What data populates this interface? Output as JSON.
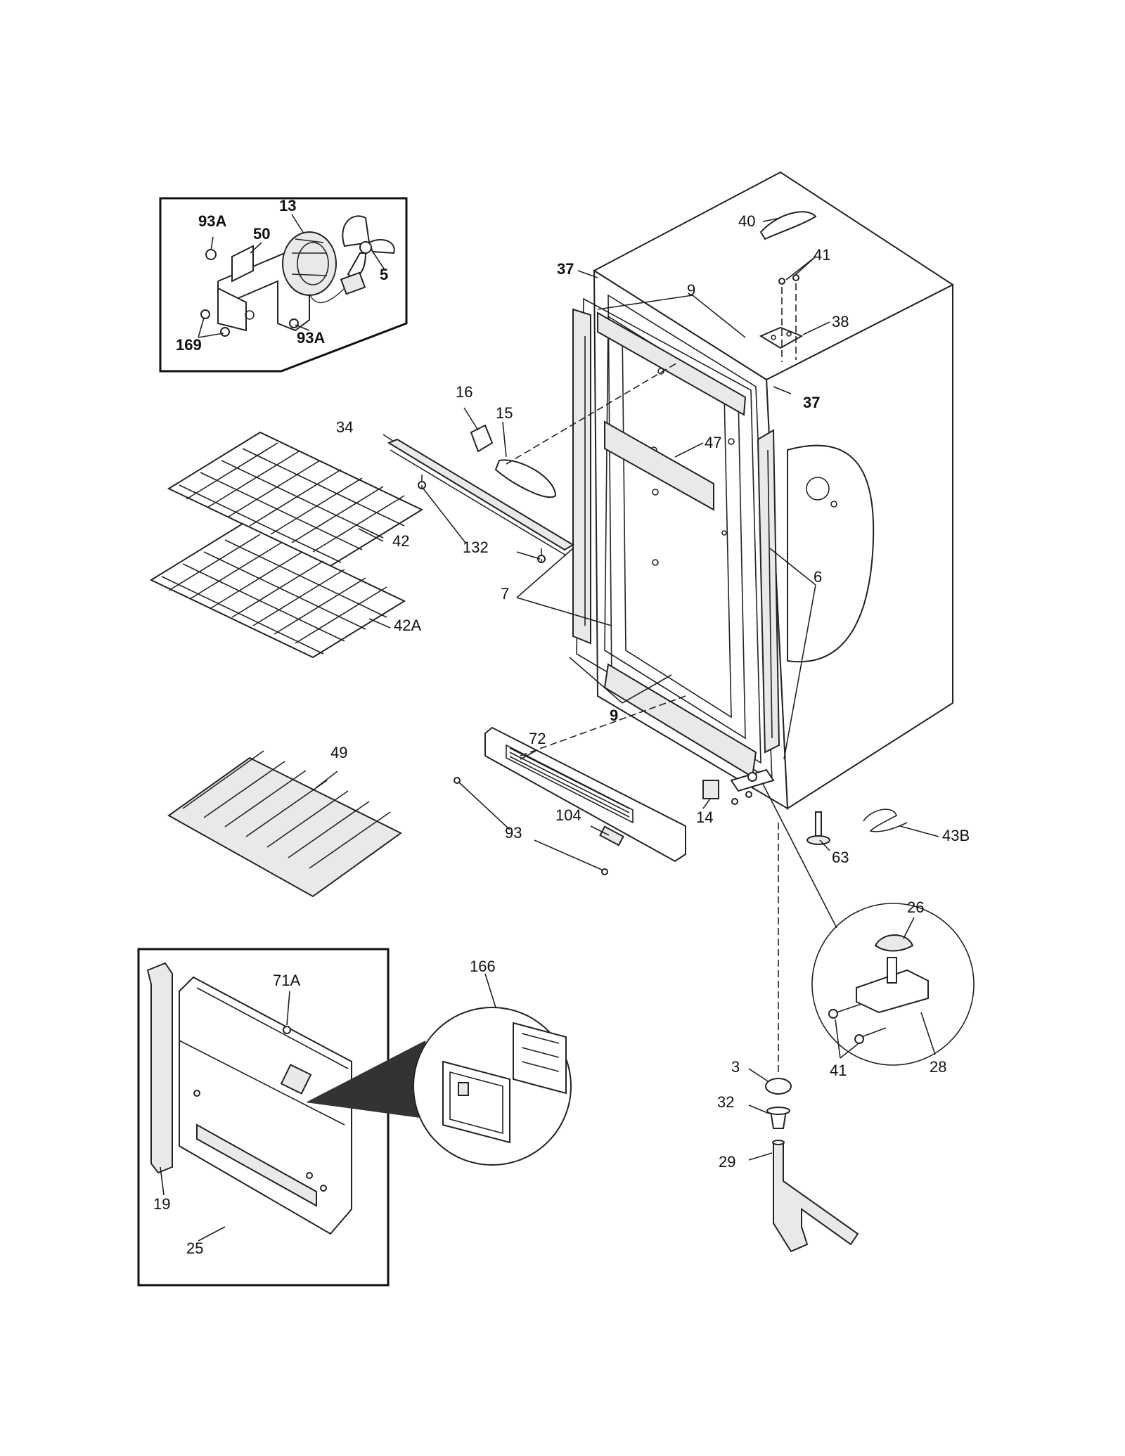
{
  "labels": {
    "l_13": "13",
    "l_93a_top": "93A",
    "l_50": "50",
    "l_5": "5",
    "l_169": "169",
    "l_93a_bottom": "93A",
    "l_37_top": "37",
    "l_37_right": "37",
    "l_9_top": "9",
    "l_9_bottom": "9",
    "l_40": "40",
    "l_41_top": "41",
    "l_38": "38",
    "l_16": "16",
    "l_15": "15",
    "l_34": "34",
    "l_47": "47",
    "l_42": "42",
    "l_132": "132",
    "l_7": "7",
    "l_6": "6",
    "l_42a": "42A",
    "l_72": "72",
    "l_49": "49",
    "l_14": "14",
    "l_93": "93",
    "l_104": "104",
    "l_43b": "43B",
    "l_63": "63",
    "l_26": "26",
    "l_166": "166",
    "l_71a": "71A",
    "l_41_bottom": "41",
    "l_28": "28",
    "l_3": "3",
    "l_32": "32",
    "l_29": "29",
    "l_19": "19",
    "l_25": "25"
  }
}
